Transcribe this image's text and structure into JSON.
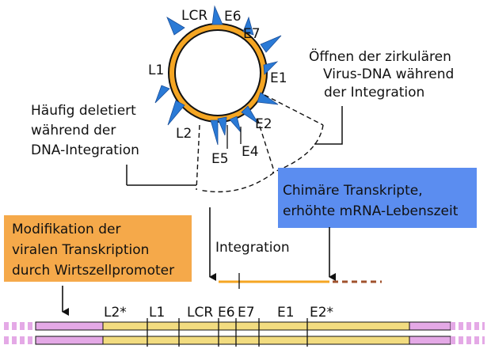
{
  "colors": {
    "genome": "#f5a623",
    "genome_outline": "#111111",
    "site_marker": "#2a7ad6",
    "orange_box": "#f5a94a",
    "blue_box": "#5b8df0",
    "host_dna": "#e4a9e6",
    "integrated_virus": "#f2dc80",
    "host_transcript_dashes": "#a0522d"
  },
  "circle_labels": {
    "lcr": "LCR",
    "e6": "E6",
    "e7": "E7",
    "e1": "E1",
    "e2": "E2",
    "e4": "E4",
    "e5": "E5",
    "l1": "L1",
    "l2": "L2"
  },
  "annotations": {
    "opening": [
      "Öffnen der zirkulären",
      "Virus-DNA während",
      "der Integration"
    ],
    "deleted": [
      "Häufig deletiert",
      "während der",
      "DNA-Integration"
    ],
    "integration": "Integration"
  },
  "boxes": {
    "chimeric": [
      "Chimäre Transkripte,",
      "erhöhte mRNA-Lebenszeit"
    ],
    "modification": [
      "Modifikation der",
      "viralen Transkription",
      "durch Wirtszellpromoter"
    ]
  },
  "linear_labels": {
    "l2": "L2*",
    "l1": "L1",
    "lcr": "LCR",
    "e6": "E6",
    "e7": "E7",
    "e1": "E1",
    "e2": "E2*"
  }
}
